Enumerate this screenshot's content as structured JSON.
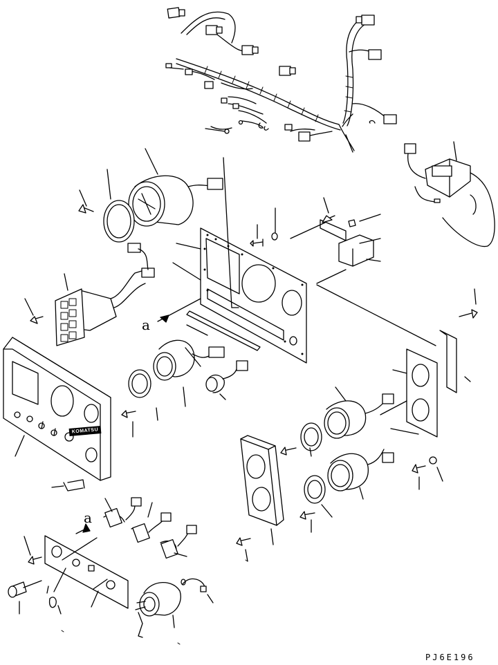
{
  "labels": {
    "connector_a_top": "a",
    "connector_a_bottom": "a",
    "drawing_code": "PJ6E196"
  },
  "colors": {
    "line": "#000000",
    "background": "#ffffff"
  },
  "icons": {
    "panel_logo": "komatsu-logo"
  }
}
